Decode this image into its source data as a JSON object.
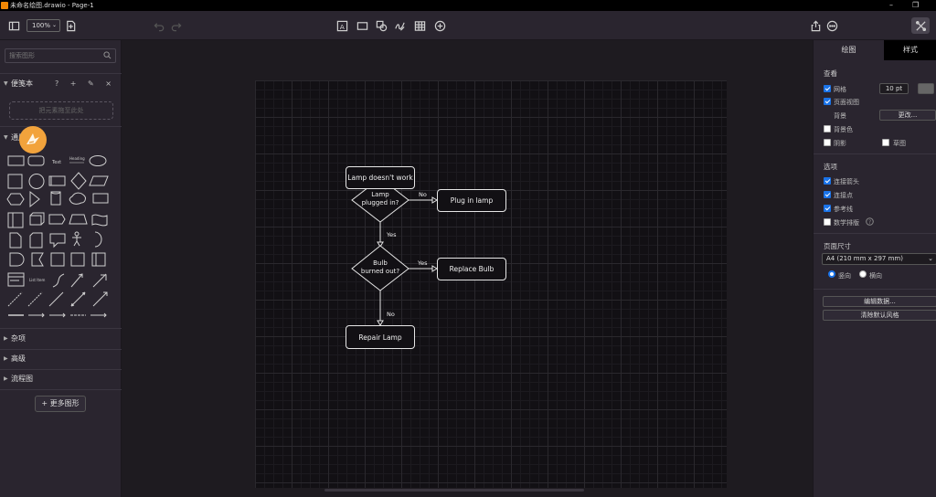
{
  "titlebar": {
    "title": "未命名绘图.drawio - Page-1",
    "minimize": "–",
    "restore": "❐"
  },
  "toolbar": {
    "zoom": "100%"
  },
  "sidebar": {
    "search_placeholder": "搜索图形",
    "scratchpad": "便笺本",
    "scratchpad_actions": "? + ✎ ×",
    "dropzone": "把元素拖至此处",
    "general": "通用",
    "sections": [
      "杂项",
      "高级",
      "流程图"
    ],
    "more_shapes": "+ 更多图形",
    "shape_text": "Text",
    "shape_heading": "Heading",
    "shape_list": "List Item"
  },
  "diagram": {
    "start": "Lamp doesn't work",
    "decision1": "Lamp\nplugged in?",
    "plug": "Plug in lamp",
    "decision2": "Bulb\nburned out?",
    "replace": "Replace Bulb",
    "repair": "Repair Lamp",
    "e1": "No",
    "e2": "Yes",
    "e3": "Yes",
    "e4": "No"
  },
  "right": {
    "tab_diagram": "绘图",
    "tab_style": "样式",
    "view": "查看",
    "grid": "网格",
    "grid_size": "10 pt",
    "page_view": "页面视图",
    "background": "背景",
    "change": "更改...",
    "bg_color": "背景色",
    "shadow": "阴影",
    "sketch": "草图",
    "options": "选项",
    "connection_arrows": "连接箭头",
    "connection_points": "连接点",
    "guides": "参考线",
    "math": "数学排版",
    "page_size": "页面尺寸",
    "paper": "A4 (210 mm x 297 mm)",
    "portrait": "竖向",
    "landscape": "横向",
    "edit_data": "编辑数据...",
    "clear_style": "清除默认风格"
  }
}
